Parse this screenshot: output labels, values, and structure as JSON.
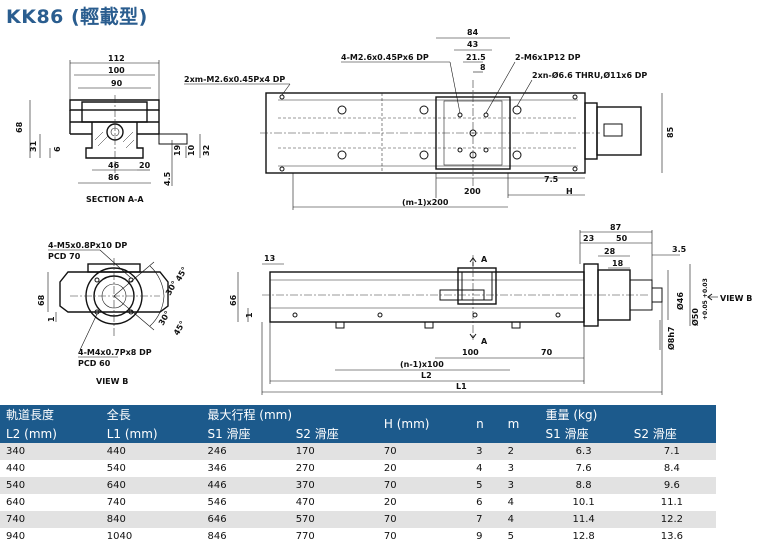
{
  "title": "KK86 (輕載型)",
  "labels": {
    "section_aa": "SECTION A-A",
    "view_b_caption": "VIEW B",
    "view_b_arrow": "VIEW B",
    "hole_a": "2xm-M2.6x0.45Px4 DP",
    "hole_b": "4-M2.6x0.45Px6 DP",
    "hole_c": "2-M6x1P12 DP",
    "hole_d": "2xn-Ø6.6 THRU,Ø11x6 DP",
    "hole_e": "4-M5x0.8Px10 DP",
    "pcd70": "PCD 70",
    "hole_f": "4-M4x0.7Px8 DP",
    "pcd60": "PCD 60",
    "mark_a": "A",
    "letter_h": "H"
  },
  "dims": {
    "d112": "112",
    "d100": "100",
    "d90": "90",
    "d68": "68",
    "d31": "31",
    "d6": "6",
    "d46": "46",
    "d20": "20",
    "d86": "86",
    "d19": "19",
    "d10": "10",
    "d32": "32",
    "d45": "4.5",
    "d84": "84",
    "d43": "43",
    "d215": "21.5",
    "d8": "8",
    "d85": "85",
    "d200": "200",
    "d75": "7.5",
    "m200": "(m-1)x200",
    "d13": "13",
    "d66": "66",
    "d1": "1",
    "d100b": "100",
    "d70b": "70",
    "n100": "(n-1)x100",
    "L2": "L2",
    "L1": "L1",
    "d87": "87",
    "d23": "23",
    "d50": "50",
    "d28": "28",
    "d18": "18",
    "d35": "3.5",
    "d46dia": "Ø46",
    "d50dia": "Ø50",
    "tol": "+0.05 +0.03",
    "d8h7": "Ø8h7",
    "vb68": "68",
    "vb1": "1",
    "a45": "45°",
    "a30": "30°",
    "a30b": "30°",
    "a45b": "45°"
  },
  "table": {
    "headers": {
      "rail_len": "軌道長度",
      "rail_len_unit": "L2 (mm)",
      "total_len": "全長",
      "total_len_unit": "L1 (mm)",
      "stroke": "最大行程 (mm)",
      "s1": "S1 滑座",
      "s2": "S2 滑座",
      "h": "H (mm)",
      "n": "n",
      "m": "m",
      "weight": "重量 (kg)",
      "w1": "S1 滑座",
      "w2": "S2 滑座"
    },
    "rows": [
      [
        "340",
        "440",
        "246",
        "170",
        "70",
        "3",
        "2",
        "6.3",
        "7.1"
      ],
      [
        "440",
        "540",
        "346",
        "270",
        "20",
        "4",
        "3",
        "7.6",
        "8.4"
      ],
      [
        "540",
        "640",
        "446",
        "370",
        "70",
        "5",
        "3",
        "8.8",
        "9.6"
      ],
      [
        "640",
        "740",
        "546",
        "470",
        "20",
        "6",
        "4",
        "10.1",
        "11.1"
      ],
      [
        "740",
        "840",
        "646",
        "570",
        "70",
        "7",
        "4",
        "11.4",
        "12.2"
      ],
      [
        "940",
        "1040",
        "846",
        "770",
        "70",
        "9",
        "5",
        "12.8",
        "13.6"
      ]
    ]
  }
}
